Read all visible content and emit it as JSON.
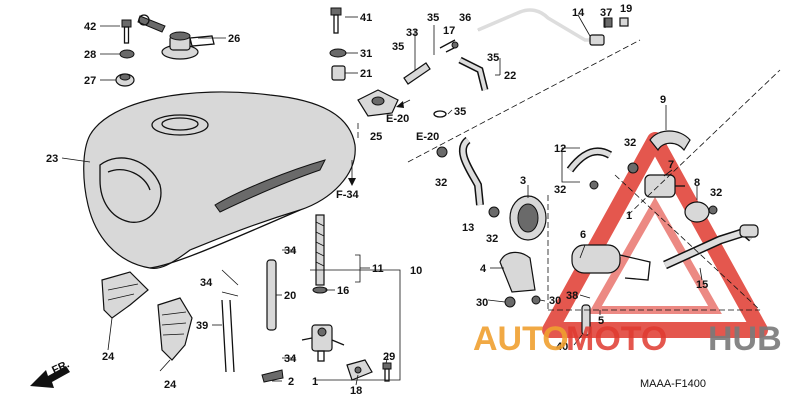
{
  "diagram": {
    "callouts": [
      "1",
      "2",
      "3",
      "4",
      "5",
      "6",
      "7",
      "8",
      "9",
      "10",
      "11",
      "12",
      "13",
      "14",
      "15",
      "16",
      "17",
      "18",
      "19",
      "20",
      "21",
      "22",
      "23",
      "24",
      "25",
      "26",
      "27",
      "28",
      "29",
      "30",
      "31",
      "32",
      "33",
      "34",
      "35",
      "36",
      "37",
      "38",
      "39",
      "40",
      "41",
      "42"
    ],
    "refs": {
      "e20": "E-20",
      "f34": "F-34",
      "fr": "FR."
    },
    "code": "MAAA-F1400"
  },
  "watermark": {
    "auto": "AUTO",
    "moto": "MOTO",
    "hub": "HUB",
    "colors": {
      "red": "#e03a30",
      "orange": "#f0a030",
      "gray": "#7a7a7a"
    }
  }
}
